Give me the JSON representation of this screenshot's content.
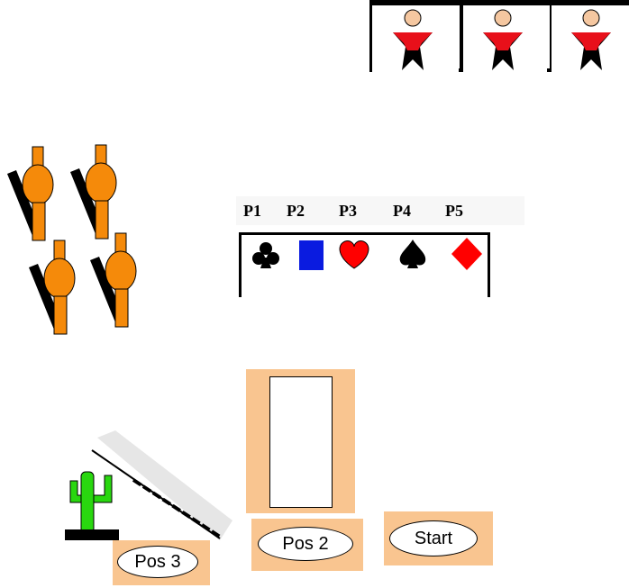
{
  "players_strip": {
    "slots": 3,
    "figure_colors": {
      "head": "#f5c7a0",
      "torso": "#e8101a",
      "legs": "#000000"
    }
  },
  "suit_panel": {
    "labels": [
      "P1",
      "P2",
      "P3",
      "P4",
      "P5"
    ],
    "suits": [
      "club-icon",
      "blue-square-icon",
      "heart-icon",
      "spade-icon",
      "diamond-icon"
    ],
    "colors": {
      "club": "#000000",
      "square": "#0a1be0",
      "heart": "#ff0000",
      "spade": "#000000",
      "diamond": "#ff0000"
    }
  },
  "soldiers": {
    "count": 4,
    "color": "#f58a0a"
  },
  "positions": {
    "pos3": "Pos 3",
    "pos2": "Pos 2",
    "start": "Start"
  },
  "cactus": {
    "color": "#29d70f",
    "base": "#000000"
  },
  "accent": "#f9c590"
}
